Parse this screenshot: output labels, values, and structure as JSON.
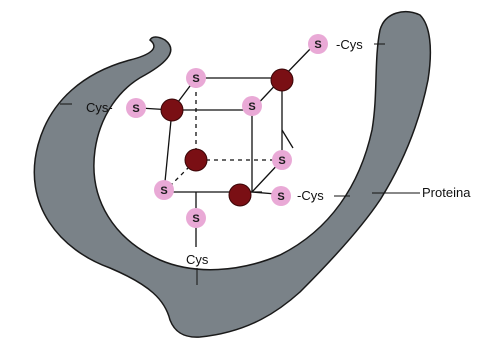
{
  "labels": {
    "cys_top": "S -Cys",
    "cys_left": "Cys-",
    "cys_right": "S -Cys",
    "cys_bottom": "Cys",
    "protein": "Proteina",
    "s_symbol": "S"
  },
  "colors": {
    "protein_fill": "#7a8288",
    "protein_stroke": "#1a1a1a",
    "sulfur_fill": "#e9a9d6",
    "iron_fill": "#7a0f14",
    "bond": "#111111"
  }
}
